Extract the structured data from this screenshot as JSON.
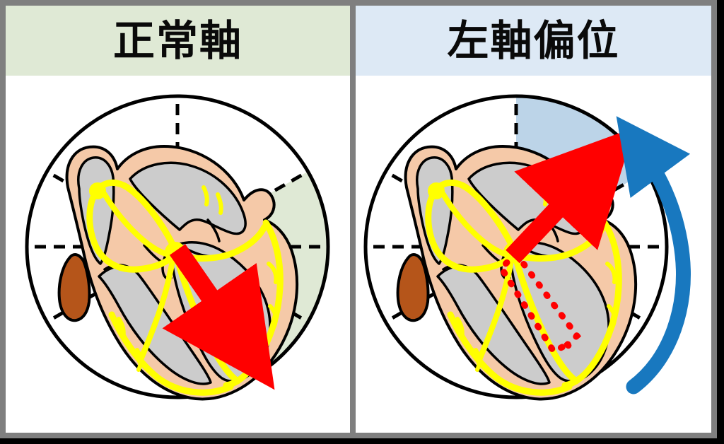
{
  "figure": {
    "title_left": "正常軸",
    "title_right": "左軸偏位",
    "colors": {
      "frame_gray": "#7f7f7f",
      "panel_white": "#ffffff",
      "header_green": "#dfe9d5",
      "header_blue": "#dde9f5",
      "sector_green": "#dfe9d5",
      "sector_blue": "#bcd4e8",
      "arrow_red": "#ff0000",
      "rotation_blue": "#1878bf",
      "myocardium_peach": "#f5c9a8",
      "chamber_gray": "#cccccc",
      "conduction_yellow": "#ffff00",
      "vessel_brown": "#b5551a",
      "outline_black": "#000000"
    }
  },
  "panels": [
    {
      "id": "normal-axis",
      "label": "正常軸",
      "header_background": "#dfe9d5",
      "dial": {
        "tick_interval_deg": 30,
        "tick_count": 12,
        "style": "dashed-radial"
      },
      "highlight_sector": {
        "name": "normal-axis-range",
        "fill": "#dfe9d5",
        "start_deg": -30,
        "end_deg": 90,
        "description": "正常軸の範囲"
      },
      "axis_arrow": {
        "name": "qrs-axis-arrow",
        "color": "#ff0000",
        "style": "solid",
        "angle_deg": 55,
        "direction": "down-right"
      },
      "rotation_arrow": null,
      "ghost_arrow": null
    },
    {
      "id": "left-axis-deviation",
      "label": "左軸偏位",
      "header_background": "#dde9f5",
      "dial": {
        "tick_interval_deg": 30,
        "tick_count": 12,
        "style": "dashed-radial"
      },
      "highlight_sector": {
        "name": "left-deviation-range",
        "fill": "#bcd4e8",
        "start_deg": -90,
        "end_deg": -30,
        "description": "左軸偏位の範囲"
      },
      "axis_arrow": {
        "name": "qrs-axis-arrow",
        "color": "#ff0000",
        "style": "solid",
        "angle_deg": -45,
        "direction": "up-right"
      },
      "ghost_arrow": {
        "name": "previous-axis-arrow",
        "color": "#ff0000",
        "style": "dotted",
        "angle_deg": 55,
        "direction": "down-right",
        "description": "正常軸の位置"
      },
      "rotation_arrow": {
        "name": "axis-rotation-arrow",
        "color": "#1878bf",
        "direction": "counter-clockwise"
      }
    }
  ],
  "heart": {
    "name": "heart-cross-section",
    "parts": [
      {
        "name": "myocardium",
        "color": "#f5c9a8"
      },
      {
        "name": "chambers",
        "color": "#cccccc"
      },
      {
        "name": "conduction-system",
        "color": "#ffff00"
      },
      {
        "name": "av-node",
        "color": "#ffff00"
      },
      {
        "name": "sa-node",
        "color": "#ffff00"
      },
      {
        "name": "descending-vessel",
        "color": "#b5551a"
      }
    ]
  }
}
